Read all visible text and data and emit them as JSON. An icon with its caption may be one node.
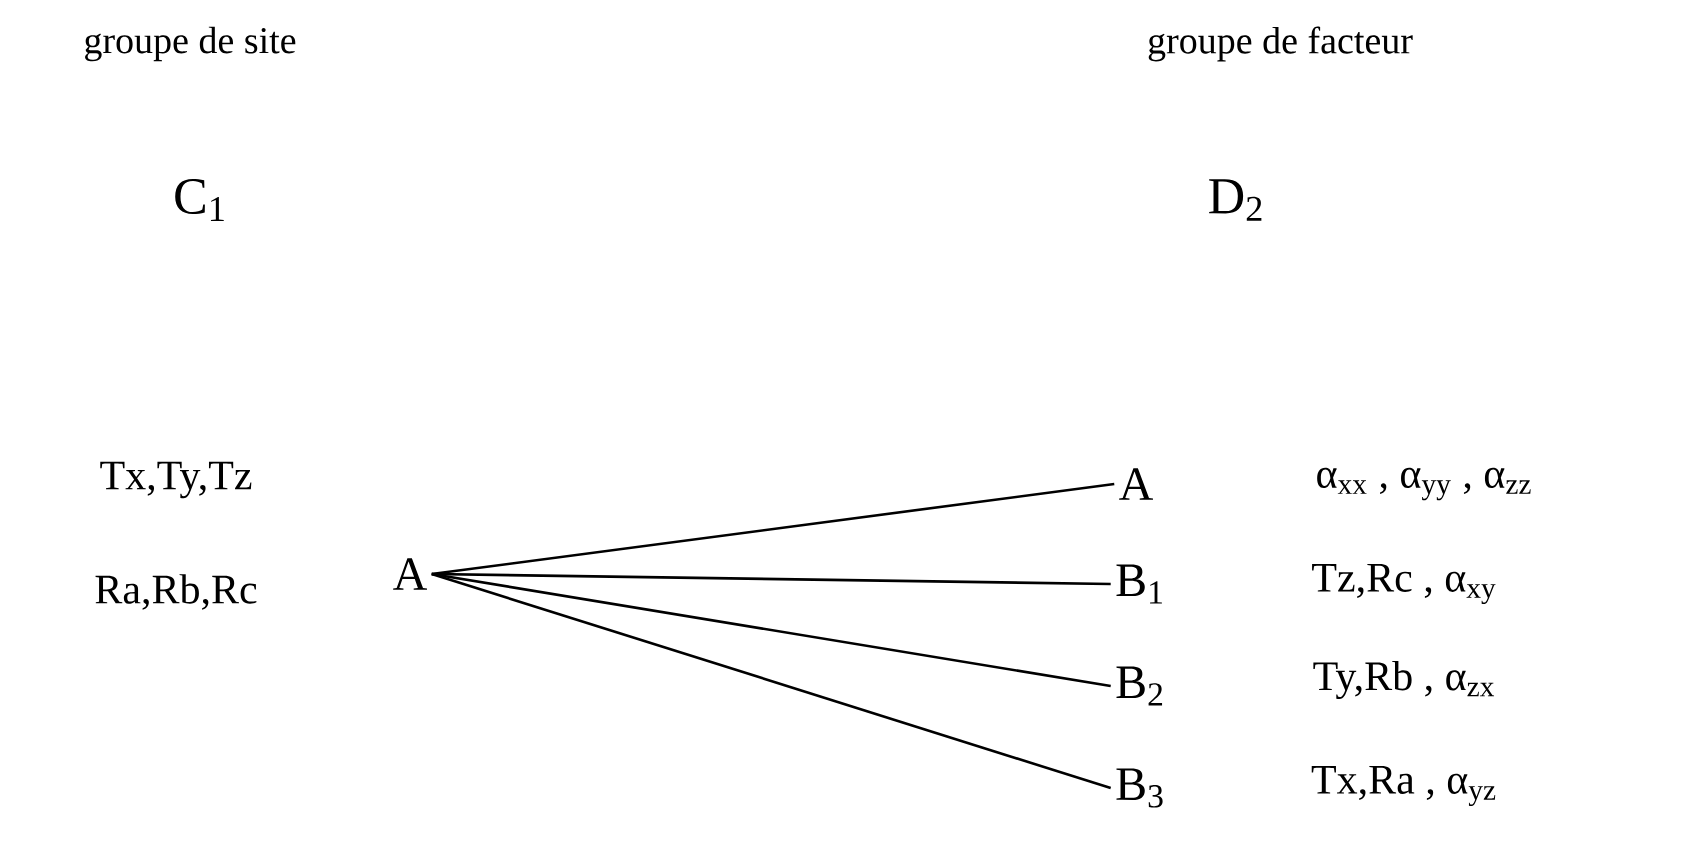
{
  "diagram": {
    "nodes": [
      {
        "text": [
          "A"
        ],
        "beside": [
          "Tx,Ty,Tz",
          "Ra,Rb,Rc"
        ]
      },
      {
        "text": [
          "A"
        ],
        "beside": [
          "α$_{xx}$ , α$_{yy}$ , α$_{zz}$"
        ]
      },
      {
        "text": [
          "B$_{1}$"
        ],
        "beside": [
          "Tz,Rc , α$_{xy}$"
        ]
      },
      {
        "text": [
          "B$_{2}$"
        ],
        "beside": [
          "Ty,Rb , α$_{zx}$"
        ]
      },
      {
        "text": [
          "B$_{3}$"
        ],
        "beside": [
          "Tx,Ra , α$_{yz}$"
        ]
      }
    ],
    "edges": [
      {
        "from": 0,
        "to": 1,
        "arrow": "none"
      },
      {
        "from": 0,
        "to": 2,
        "arrow": "none"
      },
      {
        "from": 0,
        "to": 3,
        "arrow": "none"
      },
      {
        "from": 0,
        "to": 4,
        "arrow": "none"
      }
    ],
    "labels": [
      "groupe de site",
      "groupe de facteur",
      "C$_{1}$",
      "D$_{2}$"
    ]
  }
}
